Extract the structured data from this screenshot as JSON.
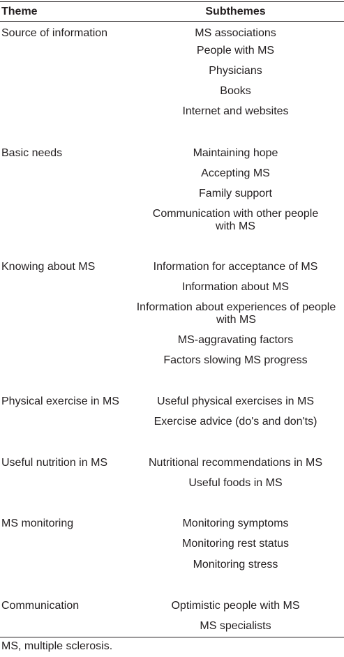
{
  "header": {
    "theme": "Theme",
    "subthemes": "Subthemes"
  },
  "rows": [
    {
      "theme": "Source of information",
      "subthemes": [
        "MS associations",
        "People with MS",
        "Physicians",
        "Books",
        "Internet and websites"
      ]
    },
    {
      "theme": "Basic needs",
      "subthemes": [
        "Maintaining hope",
        "Accepting MS",
        "Family support",
        "Communication with other people with MS"
      ]
    },
    {
      "theme": "Knowing about MS",
      "subthemes": [
        "Information for acceptance of MS",
        "Information about MS",
        "Information about experiences of people with MS",
        "MS-aggravating factors",
        "Factors slowing MS progress"
      ]
    },
    {
      "theme": "Physical exercise in MS",
      "subthemes": [
        "Useful physical exercises in MS",
        "Exercise advice (do's and don'ts)"
      ]
    },
    {
      "theme": "Useful nutrition in MS",
      "subthemes": [
        "Nutritional recommendations in MS",
        "Useful foods in MS"
      ]
    },
    {
      "theme": "MS monitoring",
      "subthemes": [
        "Monitoring symptoms",
        "Monitoring rest status",
        "Monitoring stress"
      ]
    },
    {
      "theme": "Communication",
      "subthemes": [
        "Optimistic people with MS",
        "MS specialists"
      ]
    }
  ],
  "footnote": "MS, multiple sclerosis."
}
